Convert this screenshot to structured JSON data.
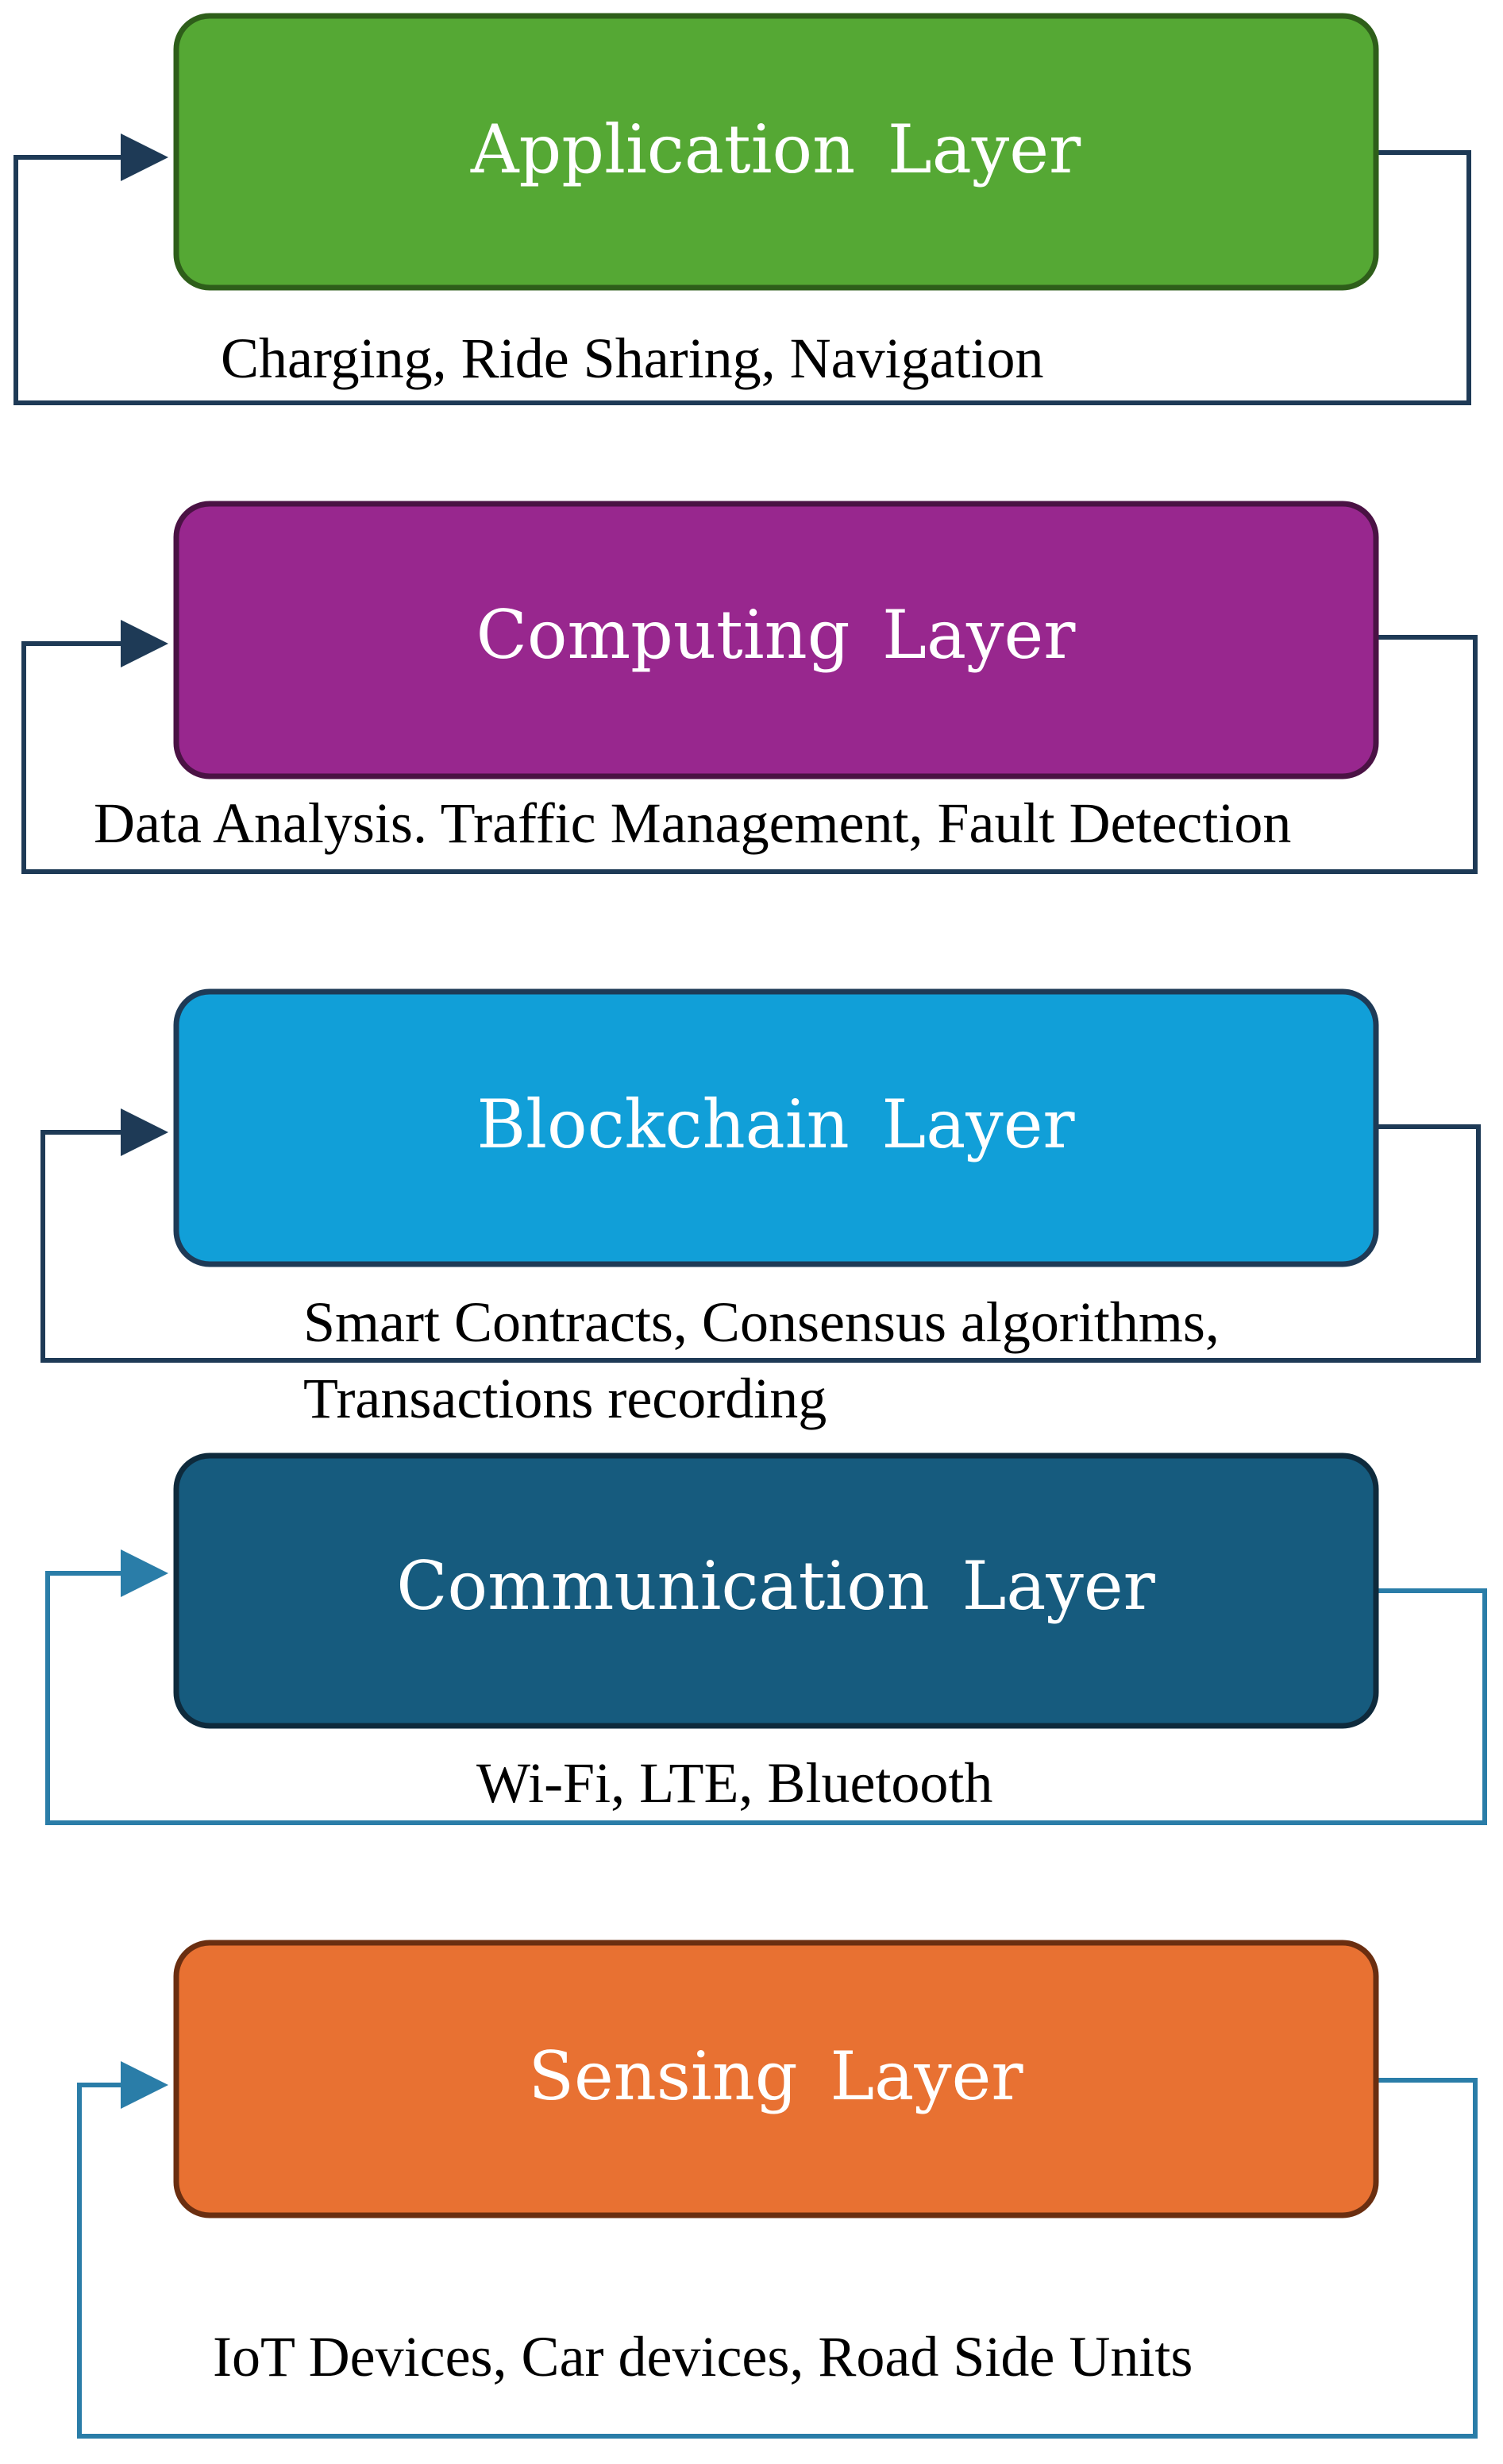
{
  "layers": [
    {
      "title": "Application  Layer",
      "description_lines": [
        "Charging, Ride Sharing, Navigation"
      ],
      "fill": "#55A834",
      "border": "#2E5E1A",
      "loop_color": "#1E3A56"
    },
    {
      "title": "Computing  Layer",
      "description_lines": [
        "Data Analysis. Traffic  Management, Fault Detection"
      ],
      "fill": "#98278E",
      "border": "#4A1244",
      "loop_color": "#1E3A56"
    },
    {
      "title": "Blockchain  Layer",
      "description_lines": [
        "Smart Contracts, Consensus algorithms,",
        "Transactions recording"
      ],
      "fill": "#119FD8",
      "border": "#1E3A56",
      "loop_color": "#1E3A56"
    },
    {
      "title": "Communication  Layer",
      "description_lines": [
        "Wi-Fi, LTE, Bluetooth"
      ],
      "fill": "#165B7E",
      "border": "#0E2A3C",
      "loop_color": "#2A7DA8"
    },
    {
      "title": "Sensing  Layer",
      "description_lines": [
        "IoT Devices, Car devices, Road Side Units"
      ],
      "fill": "#E87132",
      "border": "#6A2E10",
      "loop_color": "#2A7DA8"
    }
  ]
}
